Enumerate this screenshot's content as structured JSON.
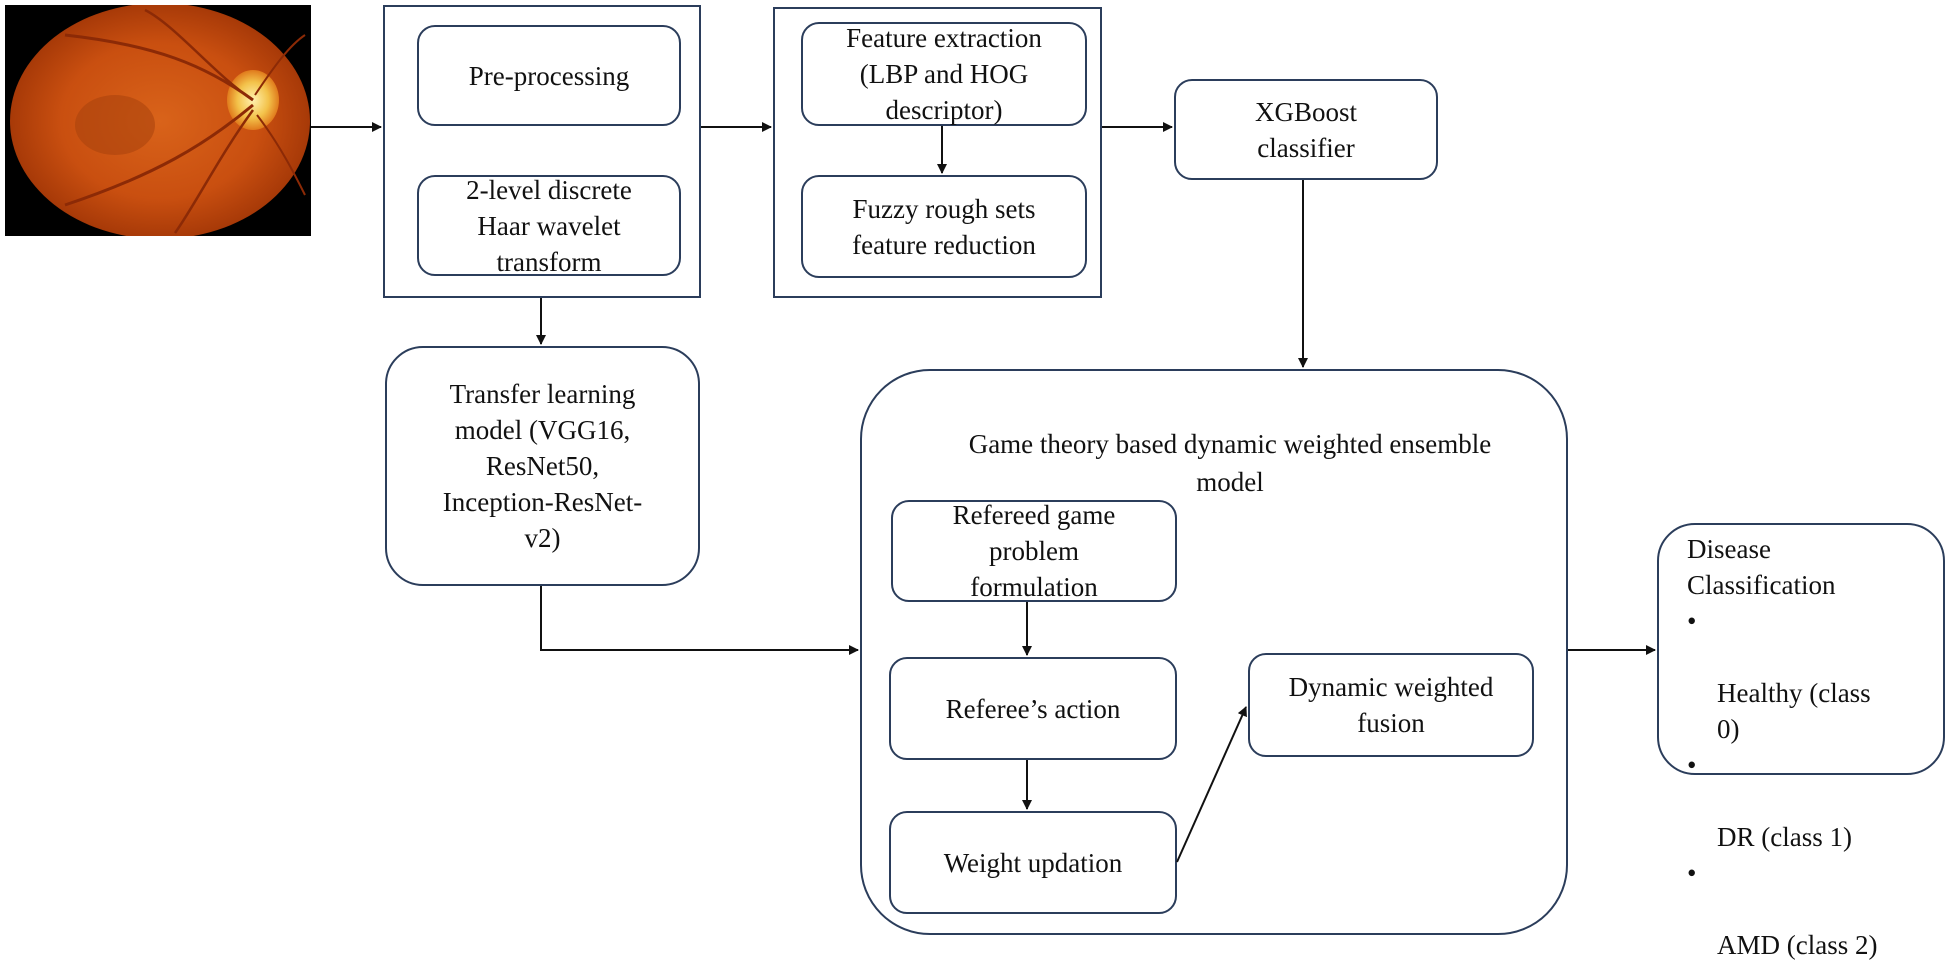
{
  "nodes": {
    "preprocessing": "Pre-processing",
    "wavelet": "2-level discrete\nHaar wavelet\ntransform",
    "feature_extraction": "Feature extraction\n(LBP and HOG\ndescriptor)",
    "fuzzy": "Fuzzy rough sets\nfeature reduction",
    "xgboost": "XGBoost\nclassifier",
    "transfer": "Transfer learning\nmodel (VGG16,\nResNet50,\nInception-ResNet-\nv2)",
    "ensemble_title": "Game theory based dynamic weighted ensemble\nmodel",
    "refereed": "Refereed game\nproblem\nformulation",
    "referee_action": "Referee’s action",
    "weight_updation": "Weight updation",
    "dynamic_fusion": "Dynamic weighted\nfusion"
  },
  "disease": {
    "title": "Disease\nClassification",
    "bullet": "•",
    "items": [
      "Healthy (class\n0)",
      "DR (class 1)",
      "AMD (class 2)"
    ]
  }
}
